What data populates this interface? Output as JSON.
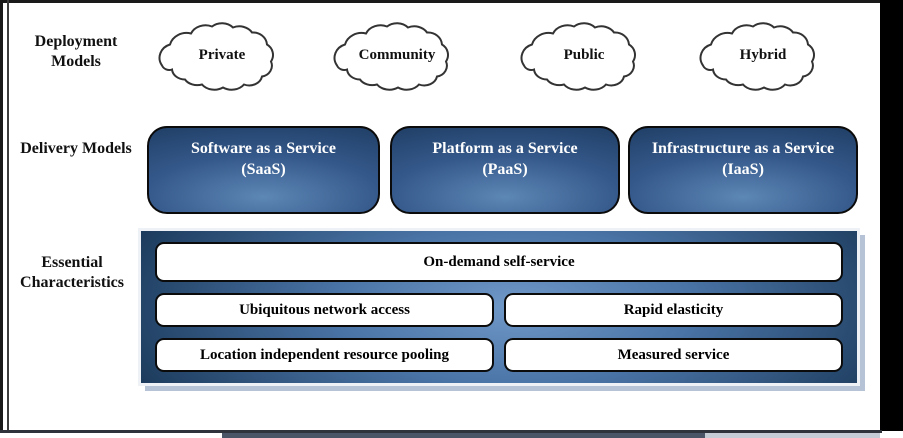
{
  "labels": {
    "deployment": "Deployment Models",
    "delivery": "Delivery Models",
    "essential": "Essential Characteristics"
  },
  "clouds": [
    {
      "name": "Private"
    },
    {
      "name": "Community"
    },
    {
      "name": "Public"
    },
    {
      "name": "Hybrid"
    }
  ],
  "delivery_boxes": [
    {
      "title": "Software as a Service",
      "abbr": "(SaaS)"
    },
    {
      "title": "Platform as a Service",
      "abbr": "(PaaS)"
    },
    {
      "title": "Infrastructure as a Service",
      "abbr": "(IaaS)"
    }
  ],
  "characteristics": {
    "items": [
      {
        "label": "On-demand self-service"
      },
      {
        "label": "Ubiquitous network access"
      },
      {
        "label": "Rapid elasticity"
      },
      {
        "label": "Location independent resource pooling"
      },
      {
        "label": "Measured service"
      }
    ]
  },
  "colors": {
    "box_gradient_dark": "#203f66",
    "box_gradient_light": "#5d87b5",
    "container_shadow": "#b6c2d6",
    "outline": "#0b0b0b"
  }
}
